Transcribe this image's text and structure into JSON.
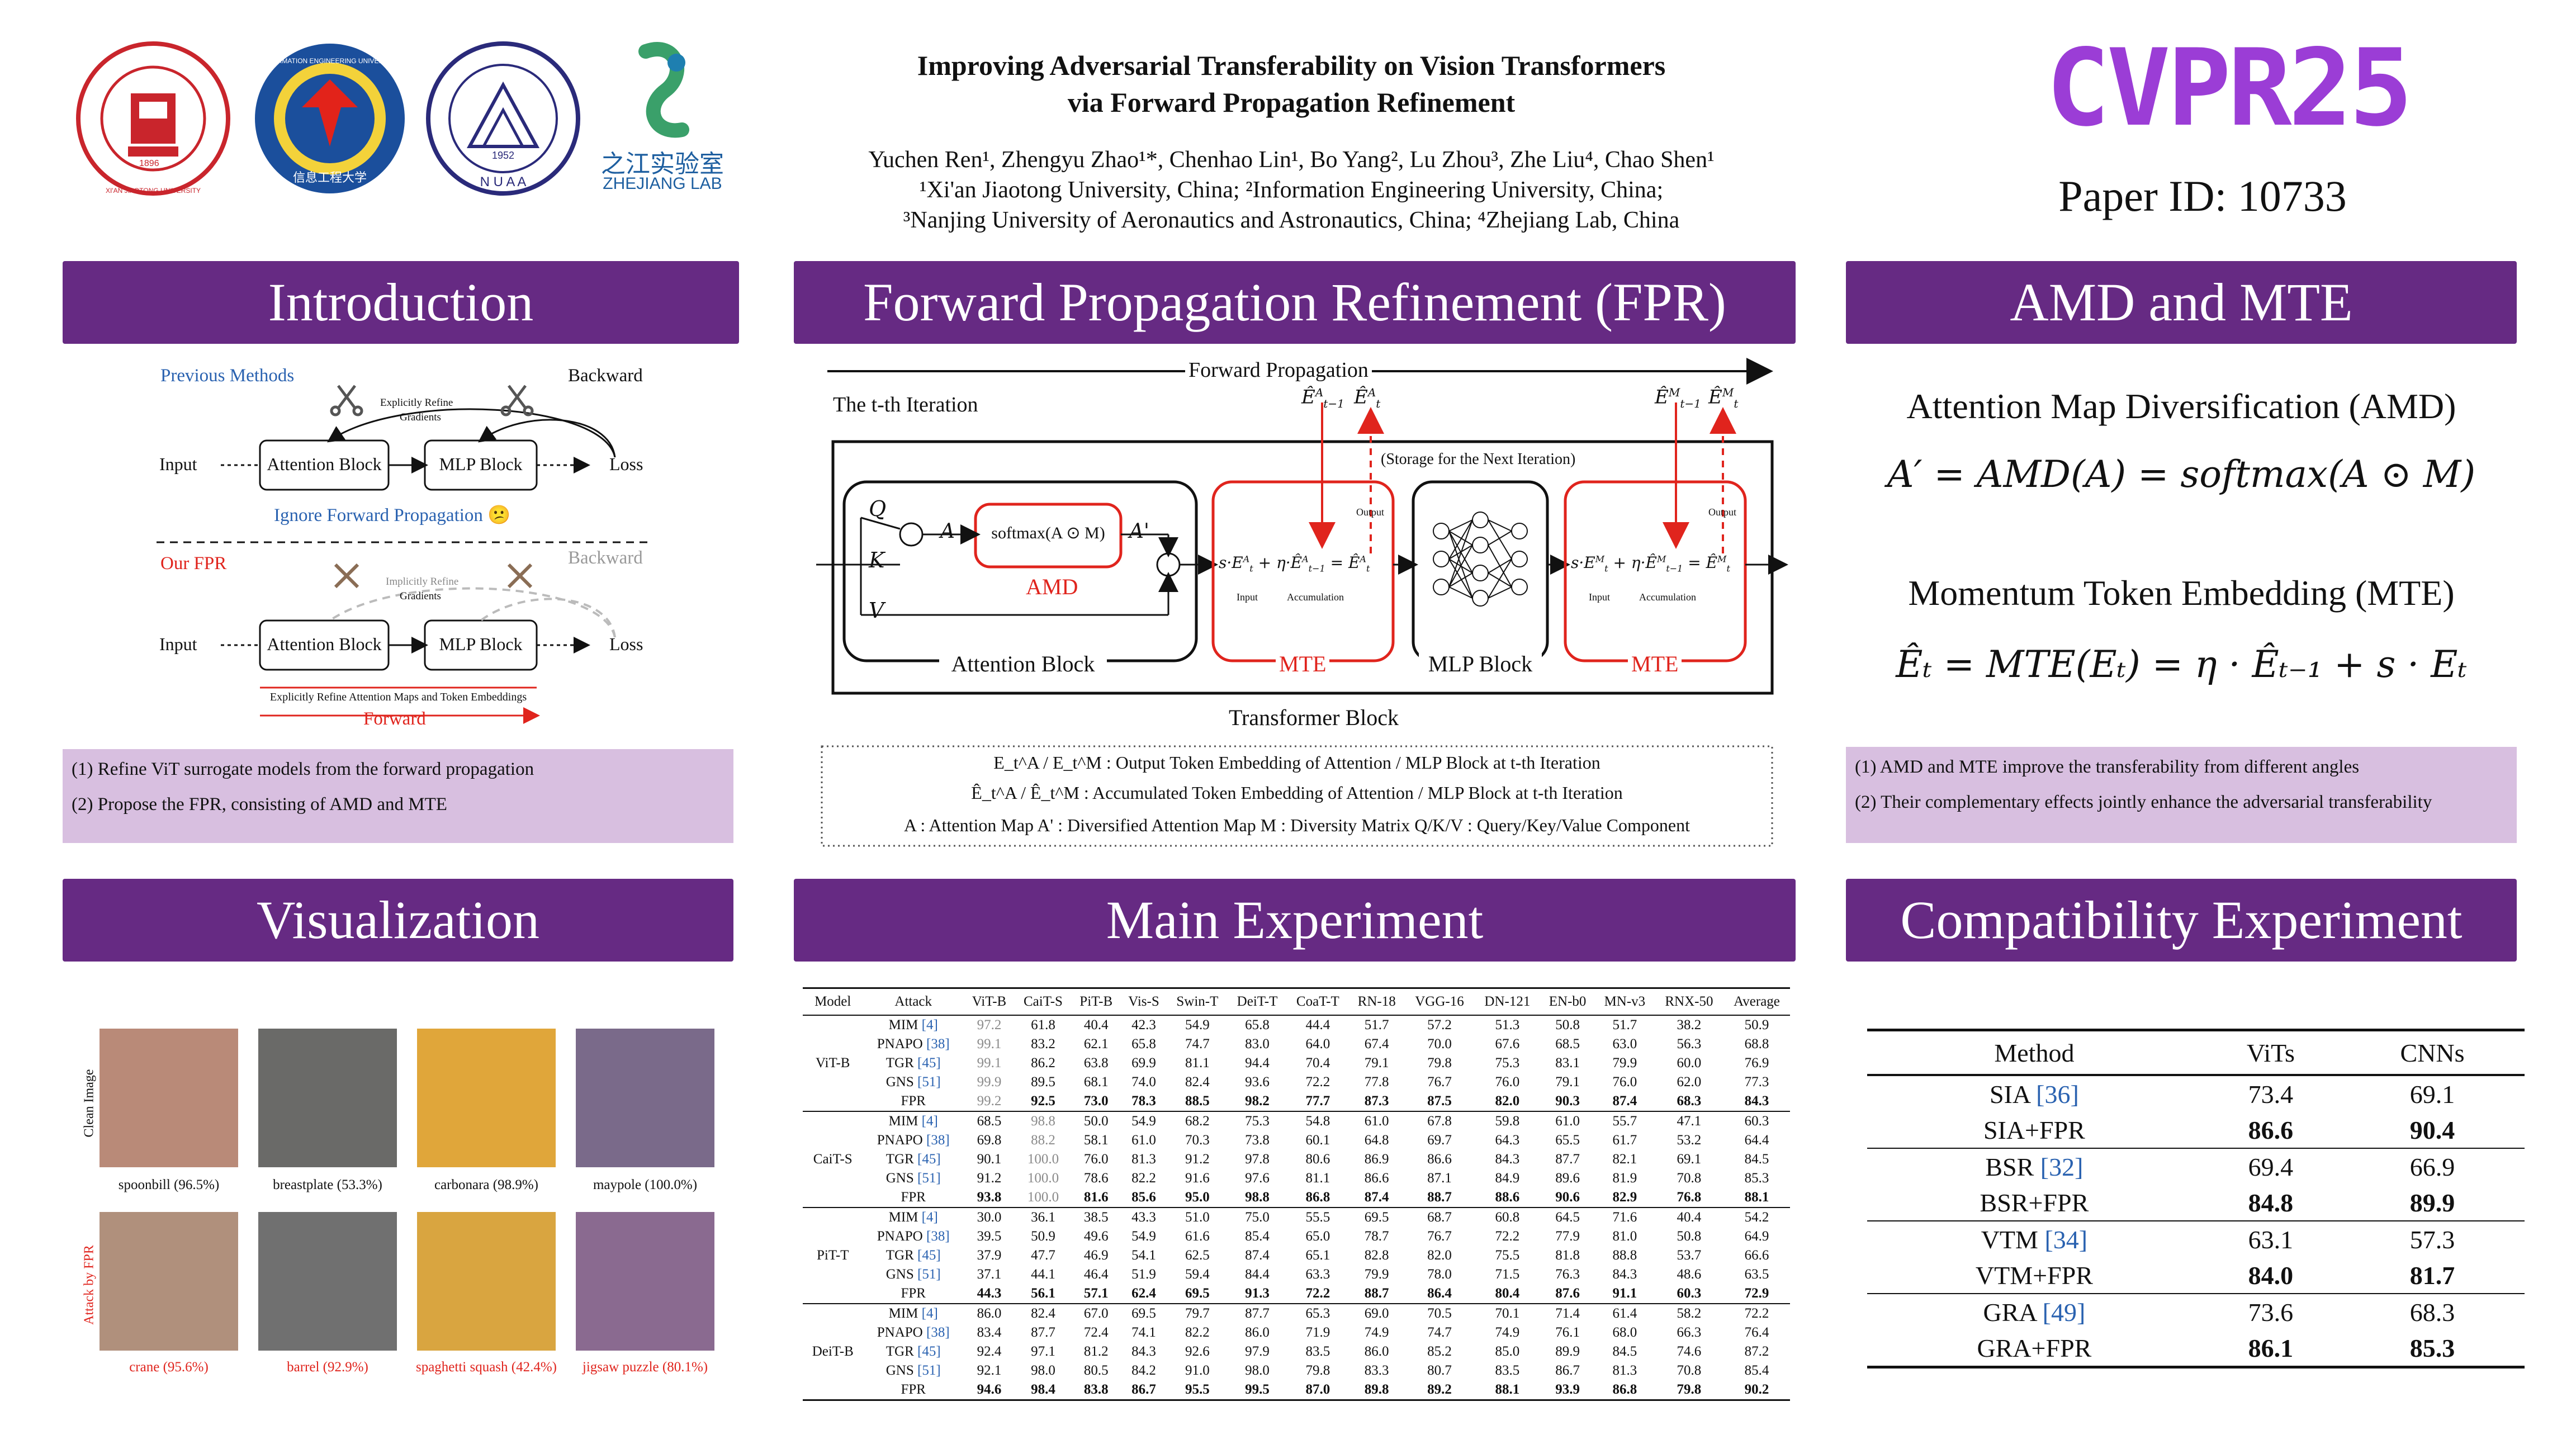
{
  "header": {
    "title_line1": "Improving Adversarial Transferability on Vision Transformers",
    "title_line2": "via Forward Propagation Refinement",
    "authors": "Yuchen Ren¹, Zhengyu Zhao¹*, Chenhao Lin¹, Bo Yang², Lu Zhou³, Zhe Liu⁴, Chao Shen¹",
    "affil1": "¹Xi'an Jiaotong University, China; ²Information Engineering University, China;",
    "affil2": "³Nanjing University of Aeronautics and Astronautics, China; ⁴Zhejiang Lab, China",
    "conference": "CVPR25",
    "paper_id": "Paper ID: 10733",
    "logos": {
      "xjtu": "XI'AN JIAOTONG UNIVERSITY",
      "xjtu_year": "1896",
      "ieu": "INFORMATION ENGINEERING UNIVERSITY",
      "ieu_cn": "信息工程大学",
      "nuaa": "N U A A",
      "nuaa_year": "1952",
      "zjlab_cn": "之江实验室",
      "zjlab_en": "ZHEJIANG LAB"
    }
  },
  "sections": {
    "intro": "Introduction",
    "fpr": "Forward Propagation Refinement (FPR)",
    "amd_mte": "AMD and MTE",
    "vis": "Visualization",
    "main": "Main Experiment",
    "compat": "Compatibility Experiment"
  },
  "intro_fig": {
    "prev_methods": "Previous Methods",
    "backward": "Backward",
    "explicit_refine": "Explicitly Refine",
    "gradients": "Gradients",
    "input": "Input",
    "attention_block": "Attention Block",
    "mlp_block": "MLP Block",
    "loss": "Loss",
    "ignore_forward": "Ignore Forward Propagation 😕",
    "our_fpr": "Our FPR",
    "implicit_refine": "Implicitly Refine",
    "explicit_maps": "Explicitly Refine Attention Maps and Token Embeddings",
    "forward": "Forward"
  },
  "intro_points": [
    "(1) Refine ViT surrogate models from the forward propagation",
    "(2) Propose the FPR, consisting of AMD and MTE"
  ],
  "fpr_fig": {
    "forward_propagation": "Forward Propagation",
    "iteration": "The t-th Iteration",
    "storage": "(Storage for the Next Iteration)",
    "softmax": "softmax(A ⊙ M)",
    "amd": "AMD",
    "mte": "MTE",
    "attention_block": "Attention Block",
    "mlp_block": "MLP Block",
    "transformer_block": "Transformer Block",
    "output": "Output",
    "input": "Input",
    "accumulation": "Accumulation",
    "q": "Q",
    "k": "K",
    "v": "V",
    "a": "A",
    "a_prime": "A'",
    "legend1": "E_t^A / E_t^M : Output Token Embedding of Attention / MLP Block at t-th Iteration",
    "legend2": "Ê_t^A / Ê_t^M : Accumulated Token Embedding of Attention / MLP Block at t-th Iteration",
    "legend3": "A : Attention Map   A' : Diversified Attention Map   M : Diversity Matrix   Q/K/V : Query/Key/Value Component"
  },
  "amd_mte": {
    "amd_title": "Attention Map Diversification (AMD)",
    "amd_eq": "A′ = AMD(A) = softmax(A ⊙ M)",
    "mte_title": "Momentum Token Embedding (MTE)",
    "mte_eq": "Êₜ = MTE(Eₜ) = η · Êₜ₋₁ + s · Eₜ",
    "points": [
      "(1) AMD and MTE improve the transferability from different angles",
      "(2) Their complementary effects jointly enhance the adversarial transferability"
    ]
  },
  "visualization": {
    "row1_label": "Clean Image",
    "row2_label": "Attack by FPR",
    "clean_captions": [
      "spoonbill (96.5%)",
      "breastplate (53.3%)",
      "carbonara (98.9%)",
      "maypole (100.0%)"
    ],
    "attack_captions": [
      "crane (95.6%)",
      "barrel (92.9%)",
      "spaghetti squash (42.4%)",
      "jigsaw puzzle (80.1%)"
    ],
    "colors": {
      "clean": [
        "#b98a78",
        "#6a6a68",
        "#e0a63a",
        "#7a6a8a"
      ],
      "attack": [
        "#b0907c",
        "#707070",
        "#d9a540",
        "#8a6a90"
      ]
    }
  },
  "main_table": {
    "headers": [
      "Model",
      "Attack",
      "ViT-B",
      "CaiT-S",
      "PiT-B",
      "Vis-S",
      "Swin-T",
      "DeiT-T",
      "CoaT-T",
      "RN-18",
      "VGG-16",
      "DN-121",
      "EN-b0",
      "MN-v3",
      "RNX-50",
      "Average"
    ],
    "groups": [
      {
        "model": "ViT-B",
        "rows": [
          {
            "attack": "MIM",
            "ref": "[4]",
            "vals": [
              "97.2",
              "61.8",
              "40.4",
              "42.3",
              "54.9",
              "65.8",
              "44.4",
              "51.7",
              "57.2",
              "51.3",
              "50.8",
              "51.7",
              "38.2",
              "50.9"
            ]
          },
          {
            "attack": "PNAPO",
            "ref": "[38]",
            "vals": [
              "99.1",
              "83.2",
              "62.1",
              "65.8",
              "74.7",
              "83.0",
              "64.0",
              "67.4",
              "70.0",
              "67.6",
              "68.5",
              "63.0",
              "56.3",
              "68.8"
            ]
          },
          {
            "attack": "TGR",
            "ref": "[45]",
            "vals": [
              "99.1",
              "86.2",
              "63.8",
              "69.9",
              "81.1",
              "94.4",
              "70.4",
              "79.1",
              "79.8",
              "75.3",
              "83.1",
              "79.9",
              "60.0",
              "76.9"
            ]
          },
          {
            "attack": "GNS",
            "ref": "[51]",
            "vals": [
              "99.9",
              "89.5",
              "68.1",
              "74.0",
              "82.4",
              "93.6",
              "72.2",
              "77.8",
              "76.7",
              "76.0",
              "79.1",
              "76.0",
              "62.0",
              "77.3"
            ]
          },
          {
            "attack": "FPR",
            "ref": "",
            "vals": [
              "99.2",
              "92.5",
              "73.0",
              "78.3",
              "88.5",
              "98.2",
              "77.7",
              "87.3",
              "87.5",
              "82.0",
              "90.3",
              "87.4",
              "68.3",
              "84.3"
            ]
          }
        ]
      },
      {
        "model": "CaiT-S",
        "rows": [
          {
            "attack": "MIM",
            "ref": "[4]",
            "vals": [
              "68.5",
              "98.8",
              "50.0",
              "54.9",
              "68.2",
              "75.3",
              "54.8",
              "61.0",
              "67.8",
              "59.8",
              "61.0",
              "55.7",
              "47.1",
              "60.3"
            ]
          },
          {
            "attack": "PNAPO",
            "ref": "[38]",
            "vals": [
              "69.8",
              "88.2",
              "58.1",
              "61.0",
              "70.3",
              "73.8",
              "60.1",
              "64.8",
              "69.7",
              "64.3",
              "65.5",
              "61.7",
              "53.2",
              "64.4"
            ]
          },
          {
            "attack": "TGR",
            "ref": "[45]",
            "vals": [
              "90.1",
              "100.0",
              "76.0",
              "81.3",
              "91.2",
              "97.8",
              "80.6",
              "86.9",
              "86.6",
              "84.3",
              "87.7",
              "82.1",
              "69.1",
              "84.5"
            ]
          },
          {
            "attack": "GNS",
            "ref": "[51]",
            "vals": [
              "91.2",
              "100.0",
              "78.6",
              "82.2",
              "91.6",
              "97.6",
              "81.1",
              "86.6",
              "87.1",
              "84.9",
              "89.6",
              "81.9",
              "70.8",
              "85.3"
            ]
          },
          {
            "attack": "FPR",
            "ref": "",
            "vals": [
              "93.8",
              "100.0",
              "81.6",
              "85.6",
              "95.0",
              "98.8",
              "86.8",
              "87.4",
              "88.7",
              "88.6",
              "90.6",
              "82.9",
              "76.8",
              "88.1"
            ]
          }
        ]
      },
      {
        "model": "PiT-T",
        "rows": [
          {
            "attack": "MIM",
            "ref": "[4]",
            "vals": [
              "30.0",
              "36.1",
              "38.5",
              "43.3",
              "51.0",
              "75.0",
              "55.5",
              "69.5",
              "68.7",
              "60.8",
              "64.5",
              "71.6",
              "40.4",
              "54.2"
            ]
          },
          {
            "attack": "PNAPO",
            "ref": "[38]",
            "vals": [
              "39.5",
              "50.9",
              "49.6",
              "54.9",
              "61.6",
              "85.4",
              "65.0",
              "78.7",
              "76.7",
              "72.2",
              "77.9",
              "81.0",
              "50.8",
              "64.9"
            ]
          },
          {
            "attack": "TGR",
            "ref": "[45]",
            "vals": [
              "37.9",
              "47.7",
              "46.9",
              "54.1",
              "62.5",
              "87.4",
              "65.1",
              "82.8",
              "82.0",
              "75.5",
              "81.8",
              "88.8",
              "53.7",
              "66.6"
            ]
          },
          {
            "attack": "GNS",
            "ref": "[51]",
            "vals": [
              "37.1",
              "44.1",
              "46.4",
              "51.9",
              "59.4",
              "84.4",
              "63.3",
              "79.9",
              "78.0",
              "71.5",
              "76.3",
              "84.3",
              "48.6",
              "63.5"
            ]
          },
          {
            "attack": "FPR",
            "ref": "",
            "vals": [
              "44.3",
              "56.1",
              "57.1",
              "62.4",
              "69.5",
              "91.3",
              "72.2",
              "88.7",
              "86.4",
              "80.4",
              "87.6",
              "91.1",
              "60.3",
              "72.9"
            ]
          }
        ]
      },
      {
        "model": "DeiT-B",
        "rows": [
          {
            "attack": "MIM",
            "ref": "[4]",
            "vals": [
              "86.0",
              "82.4",
              "67.0",
              "69.5",
              "79.7",
              "87.7",
              "65.3",
              "69.0",
              "70.5",
              "70.1",
              "71.4",
              "61.4",
              "58.2",
              "72.2"
            ]
          },
          {
            "attack": "PNAPO",
            "ref": "[38]",
            "vals": [
              "83.4",
              "87.7",
              "72.4",
              "74.1",
              "82.2",
              "86.0",
              "71.9",
              "74.9",
              "74.7",
              "74.9",
              "76.1",
              "68.0",
              "66.3",
              "76.4"
            ]
          },
          {
            "attack": "TGR",
            "ref": "[45]",
            "vals": [
              "92.4",
              "97.1",
              "81.2",
              "84.3",
              "92.6",
              "97.9",
              "83.5",
              "86.0",
              "85.2",
              "85.0",
              "89.9",
              "84.5",
              "74.6",
              "87.2"
            ]
          },
          {
            "attack": "GNS",
            "ref": "[51]",
            "vals": [
              "92.1",
              "98.0",
              "80.5",
              "84.2",
              "91.0",
              "98.0",
              "79.8",
              "83.3",
              "80.7",
              "83.5",
              "86.7",
              "81.3",
              "70.8",
              "85.4"
            ]
          },
          {
            "attack": "FPR",
            "ref": "",
            "vals": [
              "94.6",
              "98.4",
              "83.8",
              "86.7",
              "95.5",
              "99.5",
              "87.0",
              "89.8",
              "89.2",
              "88.1",
              "93.9",
              "86.8",
              "79.8",
              "90.2"
            ]
          }
        ]
      }
    ]
  },
  "compat_table": {
    "headers": [
      "Method",
      "ViTs",
      "CNNs"
    ],
    "rows": [
      {
        "method": "SIA",
        "ref": "[36]",
        "vits": "73.4",
        "cnns": "69.1",
        "bold": false
      },
      {
        "method": "SIA+FPR",
        "ref": "",
        "vits": "86.6",
        "cnns": "90.4",
        "bold": true
      },
      {
        "method": "BSR",
        "ref": "[32]",
        "vits": "69.4",
        "cnns": "66.9",
        "bold": false
      },
      {
        "method": "BSR+FPR",
        "ref": "",
        "vits": "84.8",
        "cnns": "89.9",
        "bold": true
      },
      {
        "method": "VTM",
        "ref": "[34]",
        "vits": "63.1",
        "cnns": "57.3",
        "bold": false
      },
      {
        "method": "VTM+FPR",
        "ref": "",
        "vits": "84.0",
        "cnns": "81.7",
        "bold": true
      },
      {
        "method": "GRA",
        "ref": "[49]",
        "vits": "73.6",
        "cnns": "68.3",
        "bold": false
      },
      {
        "method": "GRA+FPR",
        "ref": "",
        "vits": "86.1",
        "cnns": "85.3",
        "bold": true
      }
    ]
  }
}
